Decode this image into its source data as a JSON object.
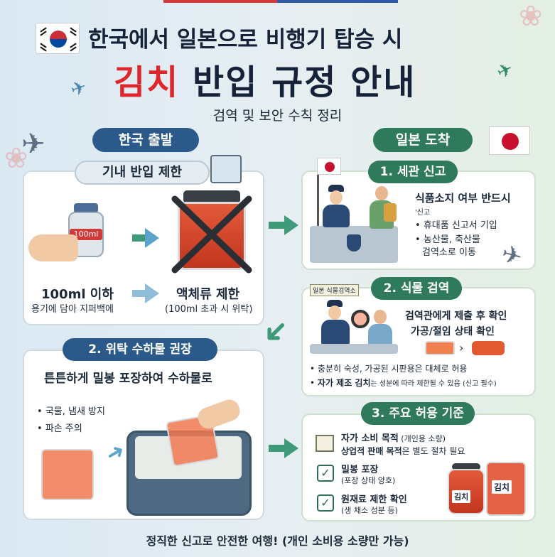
{
  "header": {
    "title_line1": "한국에서 일본으로 비행기 탑승 시",
    "title_highlight": "김치",
    "title_rest": " 반입 규정 안내",
    "subtitle": "검역 및 보안 수칙 정리"
  },
  "korea": {
    "section_label": "한국 출발",
    "cabin": {
      "label": "기내 반입 제한",
      "bottle_label": "100ml",
      "left_title": "100ml 이하",
      "left_desc": "용기에 담아 지퍼백에",
      "right_title": "액체류 제한",
      "right_desc": "(100ml 초과 시 위탁)"
    },
    "checked": {
      "label": "2. 위탁 수하물 권장",
      "headline": "튼튼하게 밀봉 포장하여 수하물로",
      "bullets": [
        "국물, 냄새 방지",
        "파손 주의"
      ]
    }
  },
  "japan": {
    "section_label": "일본 도착",
    "customs": {
      "label": "1. 세관 신고",
      "headline": "식품소지 여부 반드시",
      "sub": "신고",
      "bullets": [
        "휴대품 신고서 기입",
        "농산물, 축산물",
        "검역소로 이동"
      ]
    },
    "plant": {
      "label": "2. 식물 검역",
      "sign": "일본 식물검역소",
      "line1": "검역관에게 제출 후 확인",
      "line2": "가공/절임 상태 확인",
      "bullet1": "충분히 숙성, 가공된 시판용은 대체로 허용",
      "bullet2_bold": "자가 제조 김치",
      "bullet2_rest": "는 성분에 따라 제한될 수 있음 (신고 필수)"
    },
    "criteria": {
      "label": "3. 주요 허용 기준",
      "item1_title": "자가 소비 목적",
      "item1_paren": " (개인용 소량)",
      "item1_line2_bold": "상업적 판매 목적",
      "item1_line2_rest": "은 별도 절차 필요",
      "item2_title": "밀봉 포장",
      "item2_desc": "(포장 상태 양호)",
      "item3_title": "원재료 제한 확인",
      "item3_desc": "(생 채소 성분 등)",
      "jar_label": "김치",
      "bag_label": "김치"
    }
  },
  "footer": "정직한 신고로 안전한 여행! (개인 소비용 소량만 가능)",
  "colors": {
    "accent_red": "#e0262d",
    "korea_blue": "#2b5a8a",
    "japan_green": "#2e7a5a",
    "arrow_green": "#3e9a78"
  },
  "icons": [
    "korea-flag-icon",
    "japan-flag-icon",
    "airplane-icon",
    "bottle-icon",
    "kimchi-jar-icon",
    "cross-icon",
    "arrow-right-icon",
    "arrow-down-left-icon",
    "suitcase-icon",
    "ziplock-bag-icon",
    "customs-officer-icon",
    "traveler-icon",
    "magnifier-icon",
    "box-icon",
    "checkbox-icon"
  ]
}
